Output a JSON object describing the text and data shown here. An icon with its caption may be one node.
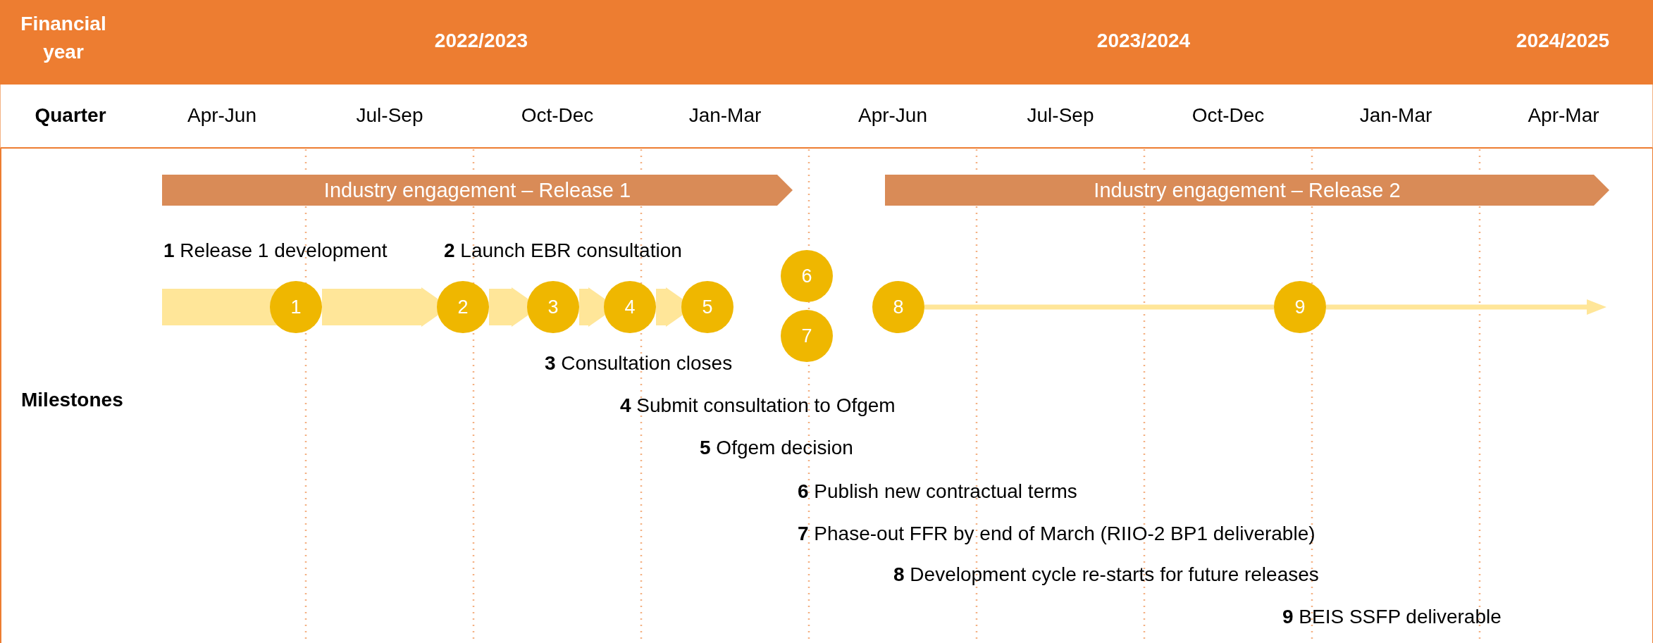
{
  "diagram": {
    "nodes": [
      {
        "text": [
          "Industry engagement – Release 1"
        ]
      },
      {
        "text": [
          "Industry engagement – Release 2"
        ]
      },
      {
        "text": [
          "1"
        ]
      },
      {
        "text": [
          "2"
        ]
      },
      {
        "text": [
          "3"
        ]
      },
      {
        "text": [
          "4"
        ]
      },
      {
        "text": [
          "5"
        ]
      },
      {
        "text": [
          "6"
        ]
      },
      {
        "text": [
          "7"
        ]
      },
      {
        "text": [
          "8"
        ]
      },
      {
        "text": [
          "9"
        ]
      }
    ],
    "edges": [
      {
        "from": null,
        "to": 2,
        "arrow": "none"
      },
      {
        "from": 2,
        "to": 3,
        "arrow": "to"
      },
      {
        "from": 3,
        "to": 4,
        "arrow": "to"
      },
      {
        "from": 4,
        "to": 5,
        "arrow": "to"
      },
      {
        "from": 5,
        "to": 6,
        "arrow": "to"
      },
      {
        "from": 9,
        "to": 10,
        "arrow": "none"
      },
      {
        "from": 10,
        "to": null,
        "arrow": "to"
      }
    ],
    "labels": [
      "Financial year",
      "2022/2023",
      "2023/2024",
      "2024/2025",
      "Quarter",
      "Apr-Jun",
      "Jul-Sep",
      "Oct-Dec",
      "Jan-Mar",
      "Apr-Jun",
      "Jul-Sep",
      "Oct-Dec",
      "Jan-Mar",
      "Apr-Mar",
      "Milestones",
      "**1** Release 1 development",
      "**2** Launch EBR consultation",
      "**3** Consultation closes",
      "**4** Submit consultation to Ofgem",
      "**5** Ofgem decision",
      "**6** Publish new contractual terms",
      "**7** Phase-out FFR by end of March (RIIO-2 BP1 deliverable)",
      "**8** Development cycle re-starts for future releases",
      "**9** BEIS SSFP deliverable"
    ]
  }
}
